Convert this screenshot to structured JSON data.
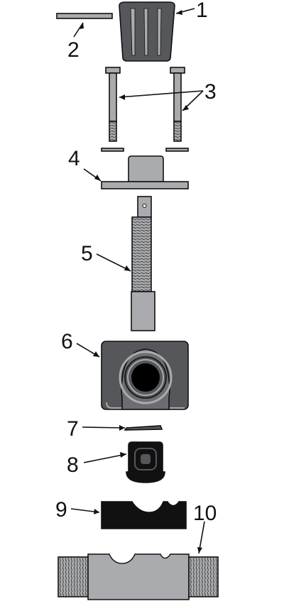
{
  "diagram": {
    "callouts": [
      {
        "id": "1",
        "label": "1"
      },
      {
        "id": "2",
        "label": "2"
      },
      {
        "id": "3",
        "label": "3"
      },
      {
        "id": "4",
        "label": "4"
      },
      {
        "id": "5",
        "label": "5"
      },
      {
        "id": "6",
        "label": "6"
      },
      {
        "id": "7",
        "label": "7"
      },
      {
        "id": "8",
        "label": "8"
      },
      {
        "id": "9",
        "label": "9"
      },
      {
        "id": "10",
        "label": "10"
      }
    ],
    "colors": {
      "part_gray": "#a9abae",
      "part_dark": "#55575a",
      "part_black": "#111111",
      "outline": "#111111"
    }
  }
}
